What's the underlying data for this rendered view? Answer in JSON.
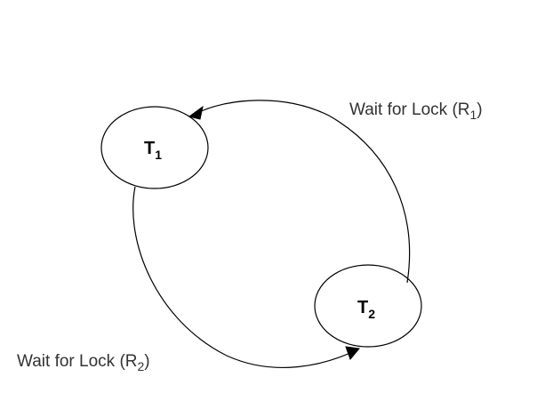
{
  "nodes": {
    "t1": {
      "letter": "T",
      "subscript": "1"
    },
    "t2": {
      "letter": "T",
      "subscript": "2"
    }
  },
  "edges": {
    "wait_r1": {
      "text": "Wait for Lock (R",
      "subscript": "1",
      "close": ")"
    },
    "wait_r2": {
      "text": "Wait for Lock (R",
      "subscript": "2",
      "close": ")"
    }
  },
  "colors": {
    "stroke": "#000000",
    "label": "#333333",
    "background": "#ffffff"
  }
}
